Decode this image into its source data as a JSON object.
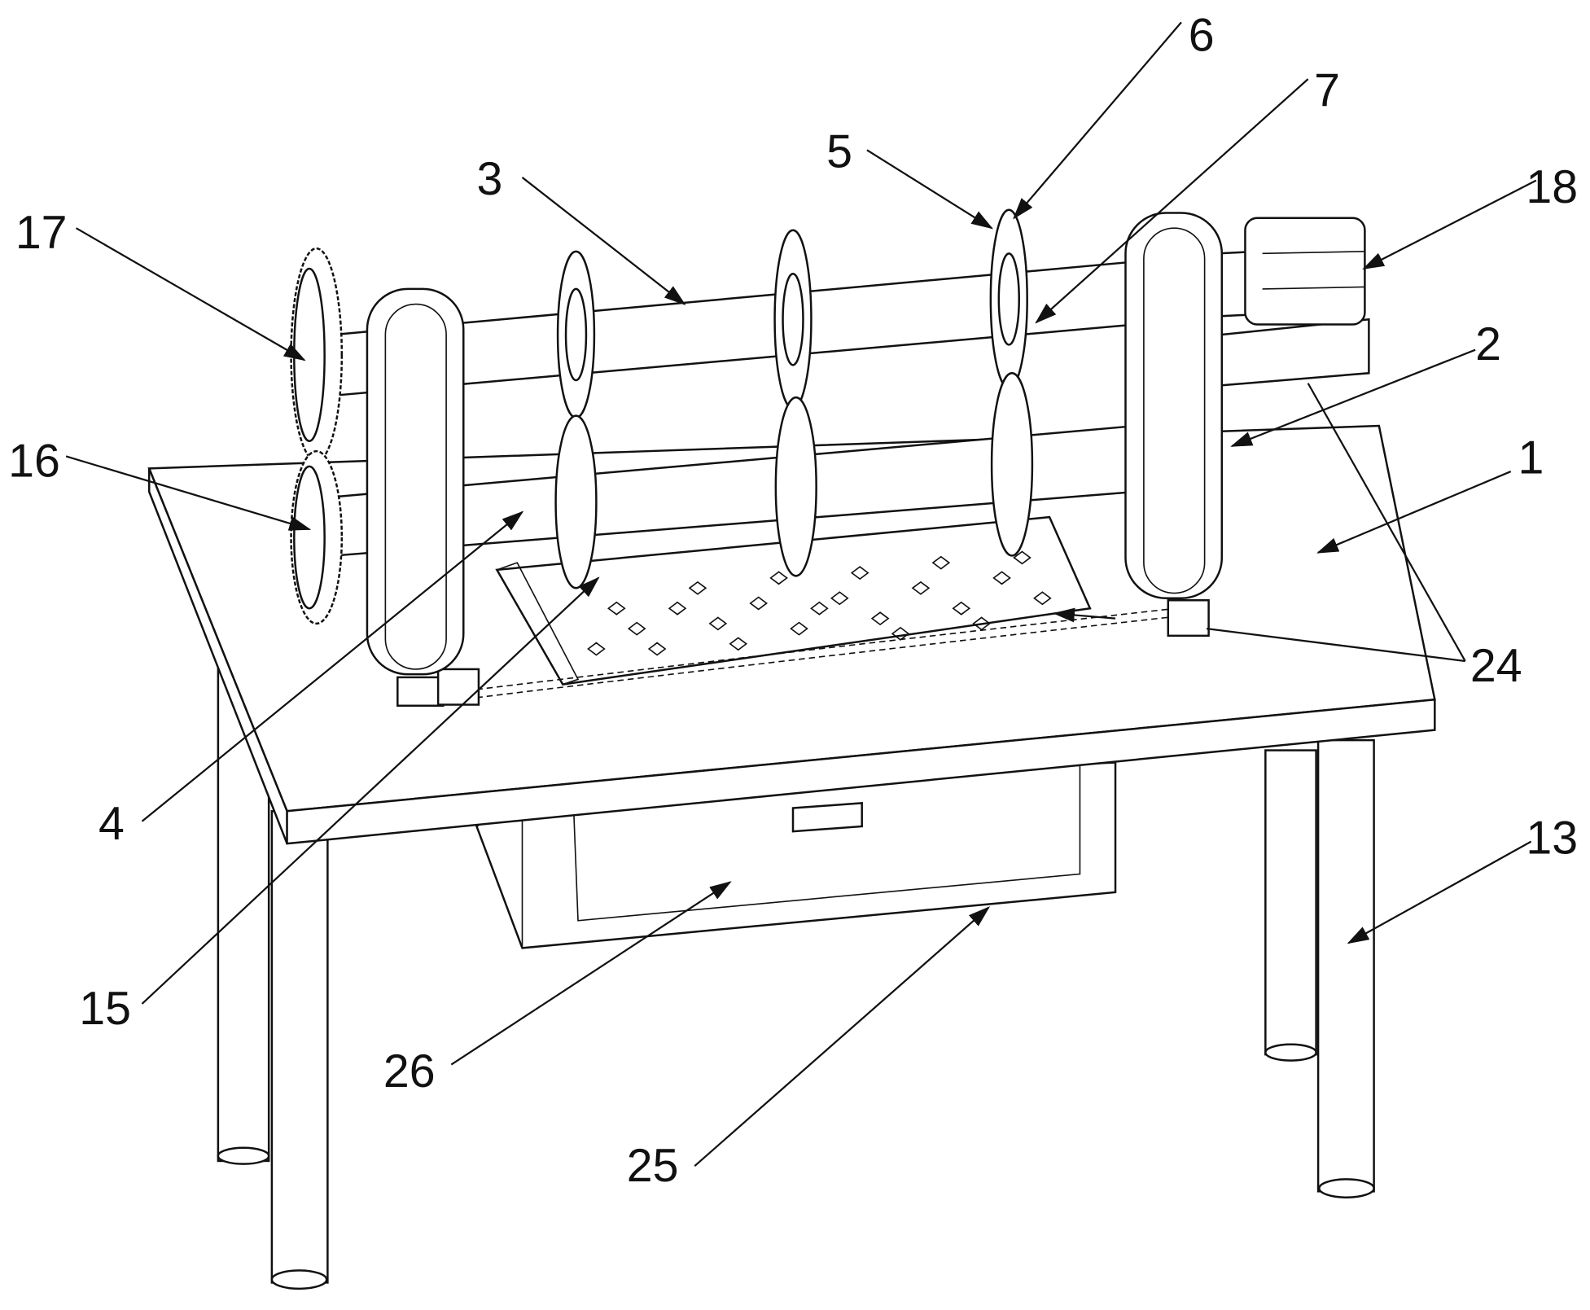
{
  "figure": {
    "labels": [
      {
        "id": "1",
        "text": "1"
      },
      {
        "id": "2",
        "text": "2"
      },
      {
        "id": "3",
        "text": "3"
      },
      {
        "id": "4",
        "text": "4"
      },
      {
        "id": "5",
        "text": "5"
      },
      {
        "id": "6",
        "text": "6"
      },
      {
        "id": "7",
        "text": "7"
      },
      {
        "id": "13",
        "text": "13"
      },
      {
        "id": "15",
        "text": "15"
      },
      {
        "id": "16",
        "text": "16"
      },
      {
        "id": "17",
        "text": "17"
      },
      {
        "id": "18",
        "text": "18"
      },
      {
        "id": "24",
        "text": "24"
      },
      {
        "id": "25",
        "text": "25"
      },
      {
        "id": "26",
        "text": "26"
      }
    ],
    "colors": {
      "line": "#111111",
      "background": "#ffffff"
    }
  }
}
